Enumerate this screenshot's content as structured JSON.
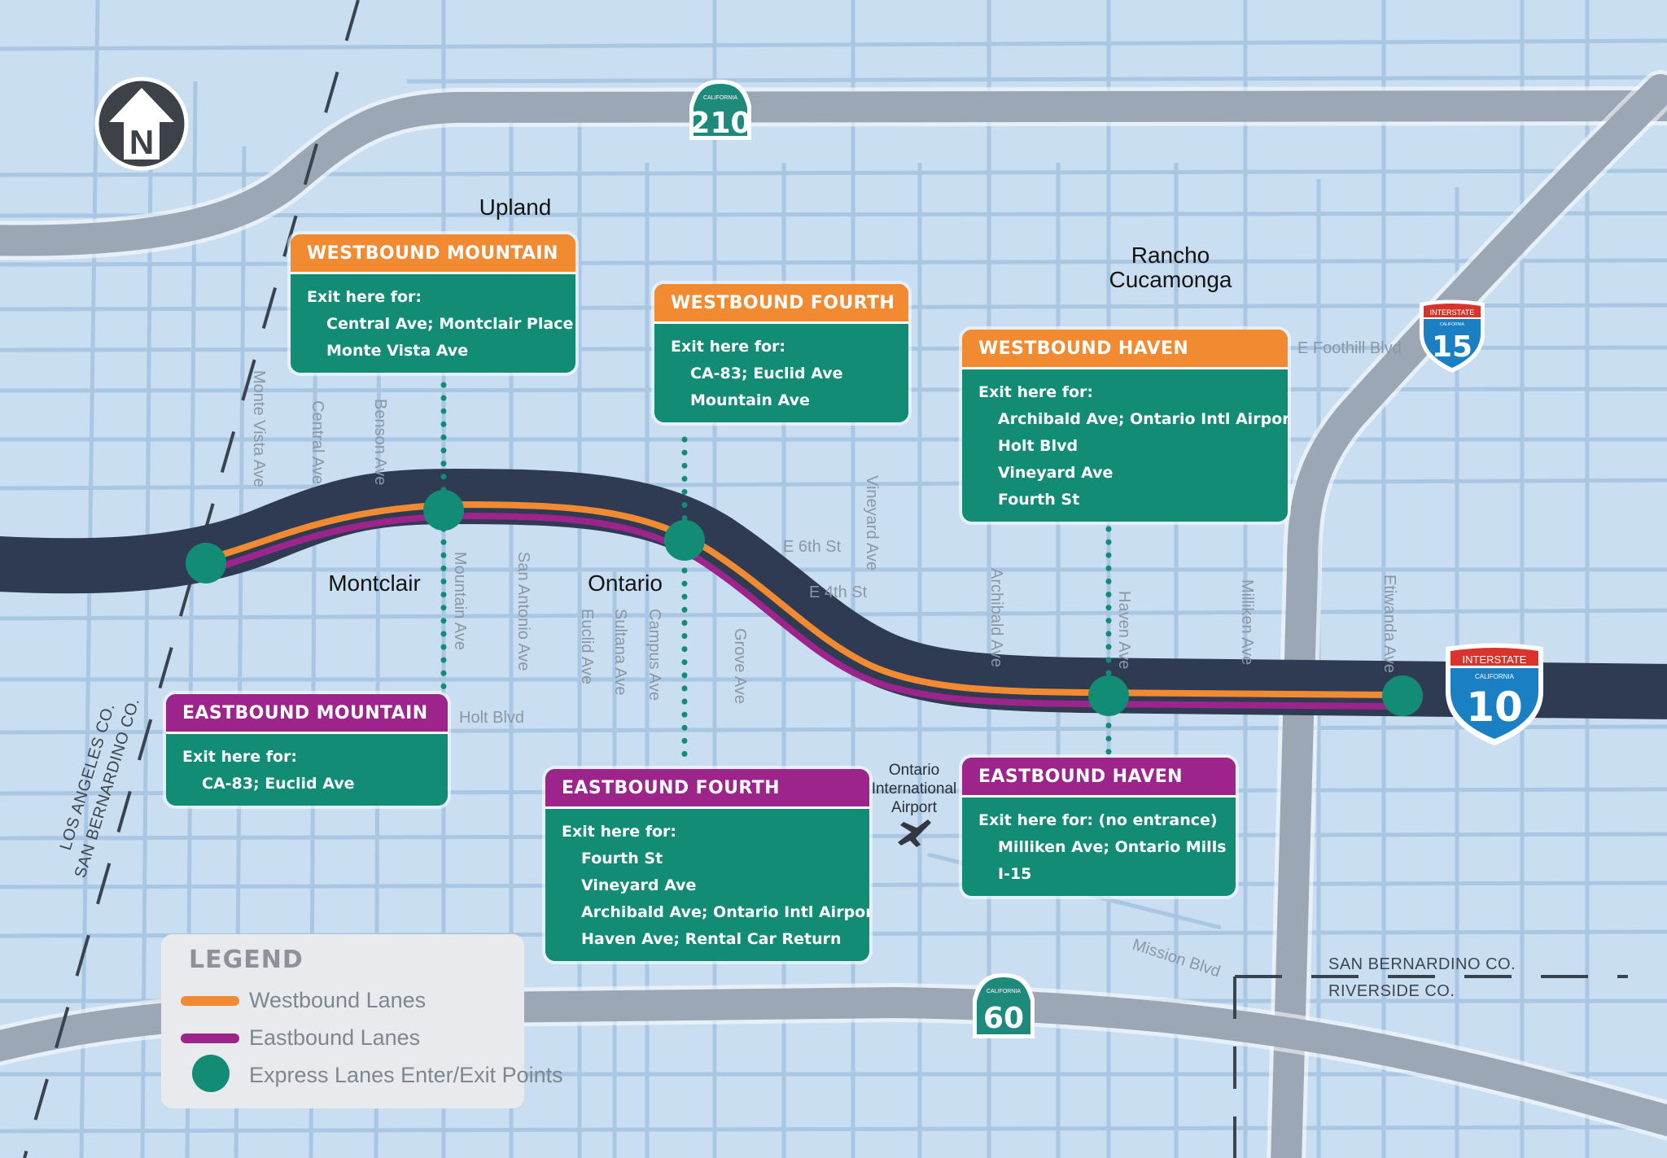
{
  "colors": {
    "background": "#c9def0",
    "minor_street": "#a9c7e3",
    "major_road": "#9ba7b4",
    "freeway_i10": "#2f3b53",
    "westbound": "#f28a32",
    "eastbound": "#9c248a",
    "access_point": "#138c76",
    "card_body": "#138c76"
  },
  "north_arrow": {
    "letter": "N"
  },
  "shields": {
    "ca210": {
      "state": "CALIFORNIA",
      "number": "210"
    },
    "ca60": {
      "state": "CALIFORNIA",
      "number": "60"
    },
    "i15": {
      "type": "INTERSTATE",
      "state": "CALIFORNIA",
      "number": "15"
    },
    "i10": {
      "type": "INTERSTATE",
      "state": "CALIFORNIA",
      "number": "10"
    }
  },
  "cities": {
    "upland": "Upland",
    "rancho_line1": "Rancho",
    "rancho_line2": "Cucamonga",
    "montclair": "Montclair",
    "ontario": "Ontario"
  },
  "airport": {
    "line1": "Ontario",
    "line2": "International",
    "line3": "Airport"
  },
  "streets": {
    "monte_vista": "Monte Vista Ave",
    "central": "Central Ave",
    "benson": "Benson Ave",
    "mountain": "Mountain Ave",
    "san_antonio": "San Antonio Ave",
    "euclid": "Euclid Ave",
    "sultana": "Sultana Ave",
    "campus": "Campus Ave",
    "grove": "Grove Ave",
    "vineyard": "Vineyard Ave",
    "archibald": "Archibald Ave",
    "haven": "Haven Ave",
    "milliken": "Milliken Ave",
    "etiwanda": "Etiwanda Ave",
    "e6th": "E 6th St",
    "e4th": "E 4th St",
    "holt": "Holt Blvd",
    "foothill": "E Foothill Blvd",
    "mission": "Mission Blvd"
  },
  "counties": {
    "la": "LOS ANGELES CO.",
    "sb_west": "SAN BERNARDINO CO.",
    "sb_east": "SAN BERNARDINO CO.",
    "riverside": "RIVERSIDE CO."
  },
  "cards": {
    "wb_mountain": {
      "title": "WESTBOUND MOUNTAIN",
      "intro": "Exit here for:",
      "items": [
        "Central Ave; Montclair Place",
        "Monte Vista Ave"
      ]
    },
    "wb_fourth": {
      "title": "WESTBOUND FOURTH",
      "intro": "Exit here for:",
      "items": [
        "CA-83; Euclid Ave",
        "Mountain Ave"
      ]
    },
    "wb_haven": {
      "title": "WESTBOUND HAVEN",
      "intro": "Exit here for:",
      "items": [
        "Archibald Ave; Ontario Intl Airport",
        "Holt Blvd",
        "Vineyard Ave",
        "Fourth St"
      ]
    },
    "eb_mountain": {
      "title": "EASTBOUND MOUNTAIN",
      "intro": "Exit here for:",
      "items": [
        "CA-83; Euclid Ave"
      ]
    },
    "eb_fourth": {
      "title": "EASTBOUND FOURTH",
      "intro": "Exit here for:",
      "items": [
        "Fourth St",
        "Vineyard Ave",
        "Archibald Ave; Ontario Intl Airport",
        "Haven Ave; Rental Car Return"
      ]
    },
    "eb_haven": {
      "title": "EASTBOUND HAVEN",
      "intro": "Exit here for: (no entrance)",
      "items": [
        "Milliken Ave; Ontario Mills",
        "I-15"
      ]
    }
  },
  "legend": {
    "title": "LEGEND",
    "westbound": "Westbound Lanes",
    "eastbound": "Eastbound Lanes",
    "points": "Express Lanes Enter/Exit Points"
  }
}
